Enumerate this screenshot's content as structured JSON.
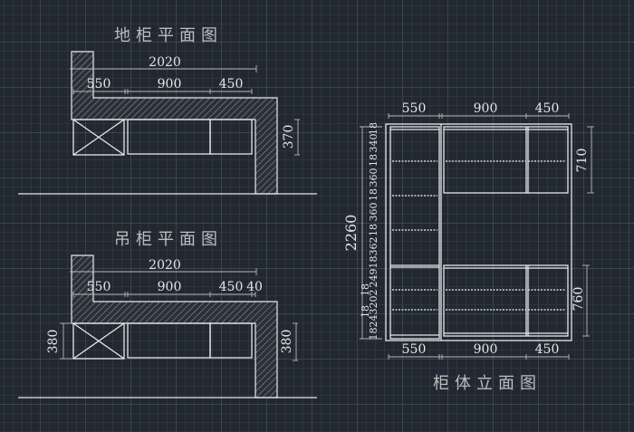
{
  "plan_base": {
    "title": "地柜平面图",
    "overall": "2020",
    "segments": [
      "550",
      "900",
      "450"
    ],
    "depth": "370"
  },
  "plan_wall": {
    "title": "吊柜平面图",
    "overall": "2020",
    "segments": [
      "550",
      "900",
      "450",
      "40"
    ],
    "depth_left": "380",
    "depth_right": "380"
  },
  "elevation": {
    "title": "柜体立面图",
    "top_widths": [
      "550",
      "900",
      "450"
    ],
    "bottom_widths": [
      "550",
      "900",
      "450"
    ],
    "total_height": "2260",
    "left_heights": [
      "18",
      "340",
      "18",
      "360",
      "18",
      "360",
      "18",
      "362",
      "24918",
      "202",
      "18243"
    ],
    "extra_heights": [
      "18",
      "18"
    ],
    "upper_height": "710",
    "lower_height": "760"
  },
  "colors": {
    "background": "#212830",
    "line": "#e8e8e8",
    "hatch": "#8a8f96"
  }
}
